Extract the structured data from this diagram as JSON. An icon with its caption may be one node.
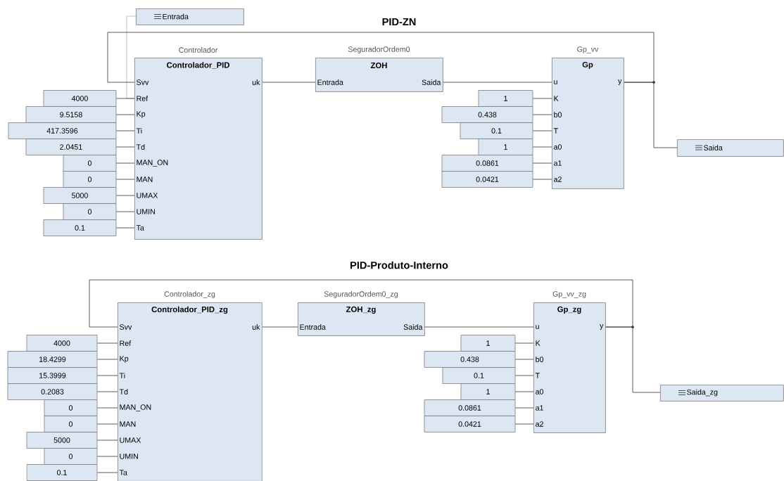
{
  "diagram": {
    "nodes": [
      {
        "text": [
          "Entrada"
        ]
      },
      {
        "text": [
          "Controlador",
          "Controlador_PID",
          "Svv",
          "uk",
          "Ref",
          "Kp",
          "Ti",
          "Td",
          "MAN_ON",
          "MAN",
          "UMAX",
          "UMIN",
          "Ta"
        ]
      },
      {
        "text": [
          "SeguradorOrdem0",
          "ZOH",
          "Entrada",
          "Saida"
        ]
      },
      {
        "text": [
          "Gp_vv",
          "Gp",
          "u",
          "y",
          "K",
          "b0",
          "T",
          "a0",
          "a1",
          "a2"
        ]
      },
      {
        "text": [
          "4000"
        ]
      },
      {
        "text": [
          "9.5158"
        ]
      },
      {
        "text": [
          "417.3596"
        ]
      },
      {
        "text": [
          "2.0451"
        ]
      },
      {
        "text": [
          "0"
        ]
      },
      {
        "text": [
          "0"
        ]
      },
      {
        "text": [
          "5000"
        ]
      },
      {
        "text": [
          "0"
        ]
      },
      {
        "text": [
          "0.1"
        ]
      },
      {
        "text": [
          "1"
        ]
      },
      {
        "text": [
          "0.438"
        ]
      },
      {
        "text": [
          "0.1"
        ]
      },
      {
        "text": [
          "1"
        ]
      },
      {
        "text": [
          "0.0861"
        ]
      },
      {
        "text": [
          "0.0421"
        ]
      },
      {
        "text": [
          "Saida"
        ]
      },
      {
        "text": [
          "Controlador_zg",
          "Controlador_PID_zg",
          "Svv",
          "uk",
          "Ref",
          "Kp",
          "Ti",
          "Td",
          "MAN_ON",
          "MAN",
          "UMAX",
          "UMIN",
          "Ta"
        ]
      },
      {
        "text": [
          "SeguradorOrdem0_zg",
          "ZOH_zg",
          "Entrada",
          "Saida"
        ]
      },
      {
        "text": [
          "Gp_vv_zg",
          "Gp_zg",
          "u",
          "y",
          "K",
          "b0",
          "T",
          "a0",
          "a1",
          "a2"
        ]
      },
      {
        "text": [
          "4000"
        ]
      },
      {
        "text": [
          "18.4299"
        ]
      },
      {
        "text": [
          "15.3999"
        ]
      },
      {
        "text": [
          "0.2083"
        ]
      },
      {
        "text": [
          "0"
        ]
      },
      {
        "text": [
          "0"
        ]
      },
      {
        "text": [
          "5000"
        ]
      },
      {
        "text": [
          "0"
        ]
      },
      {
        "text": [
          "0.1"
        ]
      },
      {
        "text": [
          "1"
        ]
      },
      {
        "text": [
          "0.438"
        ]
      },
      {
        "text": [
          "0.1"
        ]
      },
      {
        "text": [
          "1"
        ]
      },
      {
        "text": [
          "0.0861"
        ]
      },
      {
        "text": [
          "0.0421"
        ]
      },
      {
        "text": [
          "Saida_zg"
        ]
      }
    ],
    "edges": [
      {
        "from": 0,
        "to": 1,
        "arrow": "none",
        "color": "#b4b4b4"
      },
      {
        "from": 4,
        "to": 1,
        "arrow": "none"
      },
      {
        "from": 5,
        "to": 1,
        "arrow": "none"
      },
      {
        "from": 6,
        "to": 1,
        "arrow": "none"
      },
      {
        "from": 7,
        "to": 1,
        "arrow": "none"
      },
      {
        "from": 8,
        "to": 1,
        "arrow": "none"
      },
      {
        "from": 9,
        "to": 1,
        "arrow": "none"
      },
      {
        "from": 10,
        "to": 1,
        "arrow": "none"
      },
      {
        "from": 11,
        "to": 1,
        "arrow": "none"
      },
      {
        "from": 12,
        "to": 1,
        "arrow": "none"
      },
      {
        "from": 13,
        "to": 3,
        "arrow": "none"
      },
      {
        "from": 14,
        "to": 3,
        "arrow": "none"
      },
      {
        "from": 15,
        "to": 3,
        "arrow": "none"
      },
      {
        "from": 16,
        "to": 3,
        "arrow": "none"
      },
      {
        "from": 17,
        "to": 3,
        "arrow": "none"
      },
      {
        "from": 18,
        "to": 3,
        "arrow": "none"
      },
      {
        "from": 1,
        "to": 2,
        "arrow": "none"
      },
      {
        "from": 2,
        "to": 3,
        "arrow": "none"
      },
      {
        "from": 3,
        "to": 19,
        "arrow": "none"
      },
      {
        "from": 3,
        "to": 1,
        "arrow": "none"
      },
      {
        "from": 23,
        "to": 20,
        "arrow": "none"
      },
      {
        "from": 24,
        "to": 20,
        "arrow": "none"
      },
      {
        "from": 25,
        "to": 20,
        "arrow": "none"
      },
      {
        "from": 26,
        "to": 20,
        "arrow": "none"
      },
      {
        "from": 27,
        "to": 20,
        "arrow": "none"
      },
      {
        "from": 28,
        "to": 20,
        "arrow": "none"
      },
      {
        "from": 29,
        "to": 20,
        "arrow": "none"
      },
      {
        "from": 30,
        "to": 20,
        "arrow": "none"
      },
      {
        "from": 31,
        "to": 20,
        "arrow": "none"
      },
      {
        "from": 32,
        "to": 22,
        "arrow": "none"
      },
      {
        "from": 33,
        "to": 22,
        "arrow": "none"
      },
      {
        "from": 34,
        "to": 22,
        "arrow": "none"
      },
      {
        "from": 35,
        "to": 22,
        "arrow": "none"
      },
      {
        "from": 36,
        "to": 22,
        "arrow": "none"
      },
      {
        "from": 37,
        "to": 22,
        "arrow": "none"
      },
      {
        "from": 20,
        "to": 21,
        "arrow": "none"
      },
      {
        "from": 21,
        "to": 22,
        "arrow": "none"
      },
      {
        "from": 22,
        "to": 38,
        "arrow": "none"
      },
      {
        "from": 22,
        "to": 20,
        "arrow": "none"
      }
    ],
    "labels": [
      "PID-ZN",
      "PID-Produto-Interno"
    ]
  }
}
